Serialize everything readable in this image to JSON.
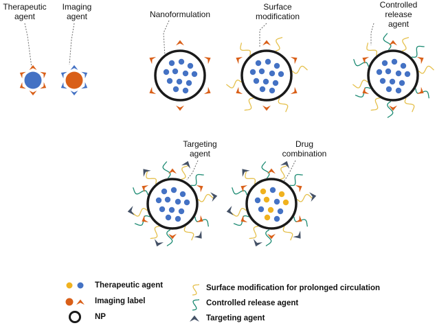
{
  "labels": {
    "therapeutic": [
      "Therapeutic",
      "agent"
    ],
    "imaging": [
      "Imaging",
      "agent"
    ],
    "nanoformulation": [
      "Nanoformulation"
    ],
    "surface": [
      "Surface",
      "modification"
    ],
    "controlled": [
      "Controlled",
      "release",
      "agent"
    ],
    "targeting": [
      "Targeting",
      "agent"
    ],
    "drug": [
      "Drug",
      "combination"
    ]
  },
  "legend": {
    "therapeutic": "Therapeutic agent",
    "imaging": "Imaging label",
    "np": "NP",
    "surface": "Surface modification for prolonged circulation",
    "controlled": "Controlled release agent",
    "targeting": "Targeting agent"
  },
  "colors": {
    "therapeutic_blue": "#4472c4",
    "therapeutic_yellow": "#f0b21f",
    "imaging_orange": "#d95f18",
    "np_ring": "#1a1a1a",
    "surface_yellow": "#e5c04c",
    "release_green": "#1b8a72",
    "targeting_gray": "#445166"
  }
}
